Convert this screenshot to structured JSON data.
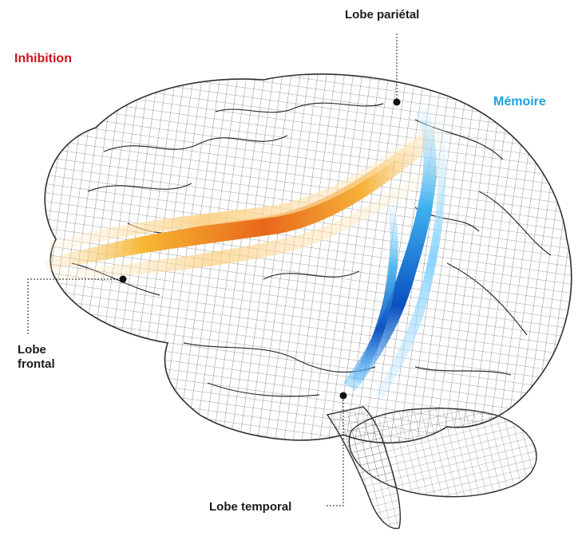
{
  "labels": {
    "inhibition": "Inhibition",
    "memoire": "Mémoire",
    "lobe_parietal": "Lobe pariétal",
    "lobe_frontal": "Lobe frontal",
    "lobe_temporal": "Lobe temporal"
  },
  "colors": {
    "inhibition": "#d0121b",
    "memoire": "#1ea2dc",
    "orange_tract": "#f39c12",
    "blue_tract": "#1e88e5",
    "wireframe": "#3a3a3a"
  }
}
